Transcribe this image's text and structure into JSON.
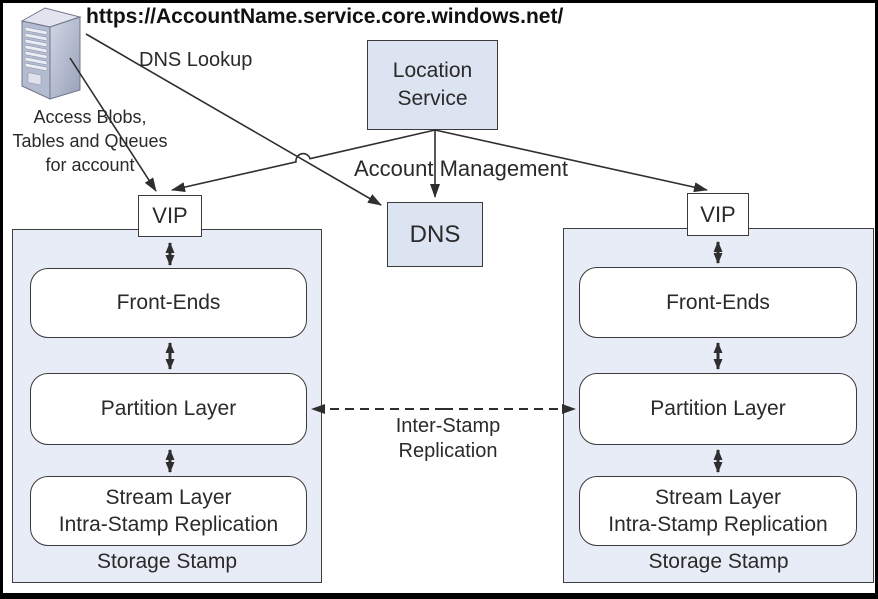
{
  "header": {
    "url": "https://AccountName.service.core.windows.net/"
  },
  "annotations": {
    "dns_lookup": "DNS Lookup",
    "access_line1": "Access Blobs,",
    "access_line2": "Tables and Queues",
    "access_line3": "for account",
    "account_management": "Account Management",
    "inter_stamp_line1": "Inter-Stamp",
    "inter_stamp_line2": "Replication"
  },
  "nodes": {
    "location_service_line1": "Location",
    "location_service_line2": "Service",
    "dns": "DNS",
    "vip_left": "VIP",
    "vip_right": "VIP"
  },
  "stamps": [
    {
      "front_ends": "Front-Ends",
      "partition_layer": "Partition Layer",
      "stream_line1": "Stream Layer",
      "stream_line2": "Intra-Stamp Replication",
      "caption": "Storage Stamp"
    },
    {
      "front_ends": "Front-Ends",
      "partition_layer": "Partition Layer",
      "stream_line1": "Stream Layer",
      "stream_line2": "Intra-Stamp Replication",
      "caption": "Storage Stamp"
    }
  ],
  "icons": {
    "client": "tower-server-icon"
  },
  "colors": {
    "node_fill": "#dce4f1",
    "stamp_fill": "#e8ecf6",
    "box_fill": "#ffffff",
    "line": "#2e2e2e",
    "border": "#3a3a3a"
  }
}
